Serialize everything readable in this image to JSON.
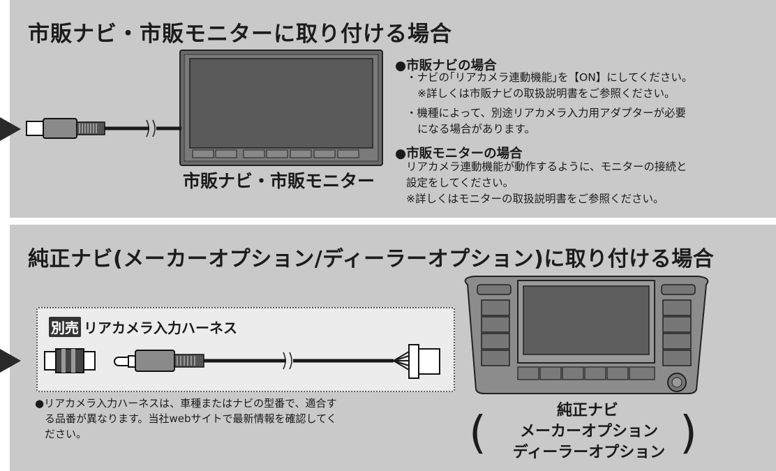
{
  "section1": {
    "title": "市販ナビ・市販モニターに取り付ける場合",
    "device_label": "市販ナビ・市販モニター",
    "navi": {
      "heading": "●市販ナビの場合",
      "line1": "・ナビの｢リアカメラ連動機能｣を【ON】にしてください。",
      "line2": "※詳しくは市販ナビの取扱説明書をご参照ください。",
      "line3": "・機種によって、別途リアカメラ入力用アダプターが必要",
      "line4": "になる場合があります。"
    },
    "monitor": {
      "heading": "●市販モニターの場合",
      "line1": "リアカメラ連動機能が動作するように、モニターの接続と",
      "line2": "設定をしてください。",
      "line3": "※詳しくはモニターの取扱説明書をご参照ください。"
    }
  },
  "section2": {
    "title": "純正ナビ(メーカーオプション/ディーラーオプション)に取り付ける場合",
    "harness_badge": "別売",
    "harness_label": "リアカメラ入力ハーネス",
    "note_line1": "●リアカメラ入力ハーネスは、車種またはナビの型番で、適合す",
    "note_line2": "る品番が異なります。当社webサイトで最新情報を確認してく",
    "note_line3": "ださい。",
    "device_label1": "純正ナビ",
    "device_label2": "メーカーオプション",
    "device_label3": "ディーラーオプション"
  },
  "colors": {
    "panel": "#c9c9c9",
    "dark": "#2a2a2a",
    "screen": "#5e5e5e"
  },
  "icons": [
    "arrow-right-icon",
    "rca-plug-icon",
    "monitor-icon",
    "dash-unit-icon",
    "harness-connector-icon"
  ]
}
